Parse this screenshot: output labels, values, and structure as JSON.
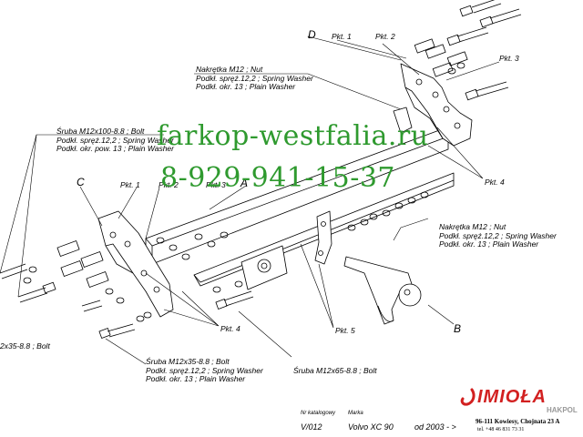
{
  "letters": {
    "A": "A",
    "B": "B",
    "C": "C",
    "D": "D"
  },
  "pkt": {
    "d1": "Pkt. 1",
    "d2": "Pkt. 2",
    "d3": "Pkt. 3",
    "d4": "Pkt. 4",
    "c1": "Pkt. 1",
    "c2": "Pkt. 2",
    "c3": "Pkt. 3",
    "c4": "Pkt. 4",
    "p5": "Pkt. 5"
  },
  "callouts": {
    "nut_top": [
      "Nakrętka  M12 ; Nut",
      "Podkł. spręż.12,2 ; Spring Washer",
      "Podkł. okr. 13 ; Plain Washer"
    ],
    "bolt_left": [
      "Śruba M12x100-8.8 ;  Bolt",
      "Podkł. spręż.12,2 ; Spring Washer",
      "Podkł. okr. pow. 13 ; Plain Washer"
    ],
    "nut_right": [
      "Nakrętka  M12 ; Nut",
      "Podkł. spręż.12,2 ; Spring Washer",
      "Podkł. okr. 13 ; Plain Washer"
    ],
    "bolt_bottom_left": "2x35-8.8 ;  Bolt",
    "bolt_bottom_mid": [
      "Śruba M12x35-8.8 ;  Bolt",
      "Podkł. spręż.12,2 ; Spring Washer",
      "Podkł. okr. 13 ; Plain Washer"
    ],
    "bolt_bottom_right": "Śruba M12x65-8.8 ;  Bolt"
  },
  "watermark": {
    "site": "farkop-westfalia.ru",
    "phone": "8-929-941-15-37",
    "color": "#2f9a2f"
  },
  "title_block": {
    "catalog_label": "Nr katalogowy",
    "catalog_value": "V/012",
    "brand_label": "Marka",
    "brand_value": "Volvo XC 90",
    "date_value": "od  2003 - >"
  },
  "company": {
    "logo": "IMIOŁA",
    "sub": "HAKPOL",
    "address": "96-111 Kowiesy, Chojnata 23 A",
    "tel": "tel. +48 46 831 73 31",
    "color": "#d22020"
  }
}
